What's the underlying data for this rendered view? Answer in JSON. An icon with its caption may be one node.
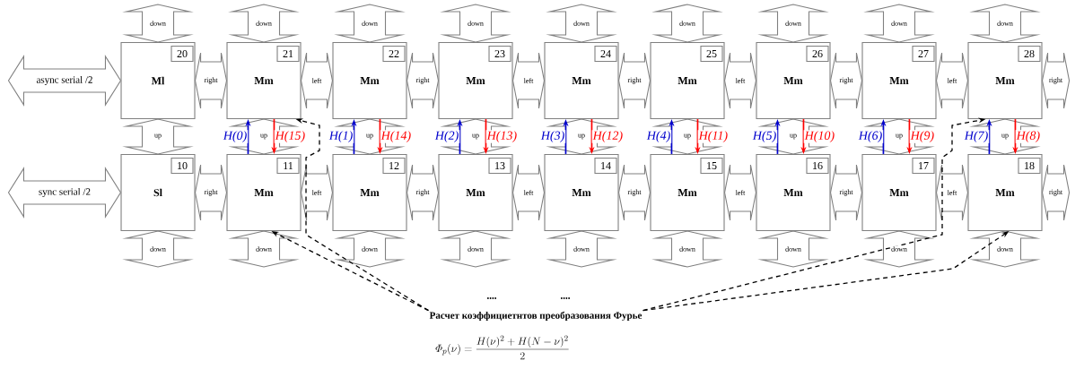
{
  "diagram": {
    "nodes": [
      {
        "text": [
          "20",
          "Ml"
        ]
      },
      {
        "text": [
          "21",
          "Mm"
        ]
      },
      {
        "text": [
          "22",
          "Mm"
        ]
      },
      {
        "text": [
          "23",
          "Mm"
        ]
      },
      {
        "text": [
          "24",
          "Mm"
        ]
      },
      {
        "text": [
          "25",
          "Mm"
        ]
      },
      {
        "text": [
          "26",
          "Mm"
        ]
      },
      {
        "text": [
          "27",
          "Mm"
        ]
      },
      {
        "text": [
          "28",
          "Mm"
        ]
      },
      {
        "text": [
          "10",
          "Sl"
        ]
      },
      {
        "text": [
          "11",
          "Mm"
        ]
      },
      {
        "text": [
          "12",
          "Mm"
        ]
      },
      {
        "text": [
          "13",
          "Mm"
        ]
      },
      {
        "text": [
          "14",
          "Mm"
        ]
      },
      {
        "text": [
          "15",
          "Mm"
        ]
      },
      {
        "text": [
          "16",
          "Mm"
        ]
      },
      {
        "text": [
          "17",
          "Mm"
        ]
      },
      {
        "text": [
          "18",
          "Mm"
        ]
      },
      {
        "text": [
          "Расчет коэффициетнтов преобразования Фурье"
        ]
      }
    ],
    "edges": [
      {
        "from": null,
        "to": 0,
        "arrow": "both",
        "label": "down",
        "style": "thick"
      },
      {
        "from": null,
        "to": 1,
        "arrow": "both",
        "label": "down",
        "style": "thick"
      },
      {
        "from": null,
        "to": 2,
        "arrow": "both",
        "label": "down",
        "style": "thick"
      },
      {
        "from": null,
        "to": 3,
        "arrow": "both",
        "label": "down",
        "style": "thick"
      },
      {
        "from": null,
        "to": 4,
        "arrow": "both",
        "label": "down",
        "style": "thick"
      },
      {
        "from": null,
        "to": 5,
        "arrow": "both",
        "label": "down",
        "style": "thick"
      },
      {
        "from": null,
        "to": 6,
        "arrow": "both",
        "label": "down",
        "style": "thick"
      },
      {
        "from": null,
        "to": 7,
        "arrow": "both",
        "label": "down",
        "style": "thick"
      },
      {
        "from": null,
        "to": 8,
        "arrow": "both",
        "label": "down",
        "style": "thick"
      },
      {
        "from": null,
        "to": 0,
        "arrow": "both",
        "label": "async serial /2",
        "style": "thick"
      },
      {
        "from": 0,
        "to": 1,
        "arrow": "both",
        "label": "right",
        "style": "thick"
      },
      {
        "from": 1,
        "to": 2,
        "arrow": "both",
        "label": "left",
        "style": "thick"
      },
      {
        "from": 2,
        "to": 3,
        "arrow": "both",
        "label": "right",
        "style": "thick"
      },
      {
        "from": 3,
        "to": 4,
        "arrow": "both",
        "label": "left",
        "style": "thick"
      },
      {
        "from": 4,
        "to": 5,
        "arrow": "both",
        "label": "right",
        "style": "thick"
      },
      {
        "from": 5,
        "to": 6,
        "arrow": "both",
        "label": "left",
        "style": "thick"
      },
      {
        "from": 6,
        "to": 7,
        "arrow": "both",
        "label": "right",
        "style": "thick"
      },
      {
        "from": 7,
        "to": 8,
        "arrow": "both",
        "label": "left",
        "style": "thick"
      },
      {
        "from": 8,
        "to": null,
        "arrow": "both",
        "label": "right",
        "style": "thick"
      },
      {
        "from": 9,
        "to": 0,
        "arrow": "both",
        "label": "up",
        "style": "thick"
      },
      {
        "from": 10,
        "to": 1,
        "arrow": "both",
        "label": "up",
        "style": "thick"
      },
      {
        "from": 11,
        "to": 2,
        "arrow": "both",
        "label": "up",
        "style": "thick"
      },
      {
        "from": 12,
        "to": 3,
        "arrow": "both",
        "label": "up",
        "style": "thick"
      },
      {
        "from": 13,
        "to": 4,
        "arrow": "both",
        "label": "up",
        "style": "thick"
      },
      {
        "from": 14,
        "to": 5,
        "arrow": "both",
        "label": "up",
        "style": "thick"
      },
      {
        "from": 15,
        "to": 6,
        "arrow": "both",
        "label": "up",
        "style": "thick"
      },
      {
        "from": 16,
        "to": 7,
        "arrow": "both",
        "label": "up",
        "style": "thick"
      },
      {
        "from": 17,
        "to": 8,
        "arrow": "both",
        "label": "up",
        "style": "thick"
      },
      {
        "from": null,
        "to": 9,
        "arrow": "both",
        "label": "sync serial /2",
        "style": "thick"
      },
      {
        "from": 9,
        "to": 10,
        "arrow": "both",
        "label": "right",
        "style": "thick"
      },
      {
        "from": 10,
        "to": 11,
        "arrow": "both",
        "label": "left",
        "style": "thick"
      },
      {
        "from": 11,
        "to": 12,
        "arrow": "both",
        "label": "right",
        "style": "thick"
      },
      {
        "from": 12,
        "to": 13,
        "arrow": "both",
        "label": "left",
        "style": "thick"
      },
      {
        "from": 13,
        "to": 14,
        "arrow": "both",
        "label": "right",
        "style": "thick"
      },
      {
        "from": 14,
        "to": 15,
        "arrow": "both",
        "label": "left",
        "style": "thick"
      },
      {
        "from": 15,
        "to": 16,
        "arrow": "both",
        "label": "right",
        "style": "thick"
      },
      {
        "from": 16,
        "to": 17,
        "arrow": "both",
        "label": "left",
        "style": "thick"
      },
      {
        "from": 17,
        "to": null,
        "arrow": "both",
        "label": "right",
        "style": "thick"
      },
      {
        "from": 9,
        "to": null,
        "arrow": "both",
        "label": "down",
        "style": "thick"
      },
      {
        "from": 10,
        "to": null,
        "arrow": "both",
        "label": "down",
        "style": "thick"
      },
      {
        "from": 11,
        "to": null,
        "arrow": "both",
        "label": "down",
        "style": "thick"
      },
      {
        "from": 12,
        "to": null,
        "arrow": "both",
        "label": "down",
        "style": "thick"
      },
      {
        "from": 13,
        "to": null,
        "arrow": "both",
        "label": "down",
        "style": "thick"
      },
      {
        "from": 14,
        "to": null,
        "arrow": "both",
        "label": "down",
        "style": "thick"
      },
      {
        "from": 15,
        "to": null,
        "arrow": "both",
        "label": "down",
        "style": "thick"
      },
      {
        "from": 16,
        "to": null,
        "arrow": "both",
        "label": "down",
        "style": "thick"
      },
      {
        "from": 17,
        "to": null,
        "arrow": "both",
        "label": "down",
        "style": "thick"
      },
      {
        "from": 10,
        "to": 1,
        "arrow": "to",
        "label": "H(0)",
        "color": "#0000cc"
      },
      {
        "from": 1,
        "to": 10,
        "arrow": "to",
        "label": "H(15)",
        "color": "#ff0000"
      },
      {
        "from": 11,
        "to": 2,
        "arrow": "to",
        "label": "H(1)",
        "color": "#0000cc"
      },
      {
        "from": 2,
        "to": 11,
        "arrow": "to",
        "label": "H(14)",
        "color": "#ff0000"
      },
      {
        "from": 12,
        "to": 3,
        "arrow": "to",
        "label": "H(2)",
        "color": "#0000cc"
      },
      {
        "from": 3,
        "to": 12,
        "arrow": "to",
        "label": "H(13)",
        "color": "#ff0000"
      },
      {
        "from": 13,
        "to": 4,
        "arrow": "to",
        "label": "H(3)",
        "color": "#0000cc"
      },
      {
        "from": 4,
        "to": 13,
        "arrow": "to",
        "label": "H(12)",
        "color": "#ff0000"
      },
      {
        "from": 14,
        "to": 5,
        "arrow": "to",
        "label": "H(4)",
        "color": "#0000cc"
      },
      {
        "from": 5,
        "to": 14,
        "arrow": "to",
        "label": "H(11)",
        "color": "#ff0000"
      },
      {
        "from": 15,
        "to": 6,
        "arrow": "to",
        "label": "H(5)",
        "color": "#0000cc"
      },
      {
        "from": 6,
        "to": 15,
        "arrow": "to",
        "label": "H(10)",
        "color": "#ff0000"
      },
      {
        "from": 16,
        "to": 7,
        "arrow": "to",
        "label": "H(6)",
        "color": "#0000cc"
      },
      {
        "from": 7,
        "to": 16,
        "arrow": "to",
        "label": "H(9)",
        "color": "#ff0000"
      },
      {
        "from": 17,
        "to": 8,
        "arrow": "to",
        "label": "H(7)",
        "color": "#0000cc"
      },
      {
        "from": 8,
        "to": 17,
        "arrow": "to",
        "label": "H(8)",
        "color": "#ff0000"
      },
      {
        "from": 18,
        "to": 1,
        "arrow": "to",
        "style": "dashed",
        "color": "#000000"
      },
      {
        "from": 18,
        "to": 10,
        "arrow": "to",
        "style": "dashed",
        "color": "#000000"
      },
      {
        "from": 18,
        "to": 8,
        "arrow": "to",
        "style": "dashed",
        "color": "#000000"
      },
      {
        "from": 18,
        "to": 17,
        "arrow": "to",
        "style": "dashed",
        "color": "#000000"
      }
    ],
    "labels": [
      "....",
      "....",
      "\\varPhi_p(\\nu)=\\frac{H(\\nu)^2+H(N-\\nu)^2}{2}"
    ]
  }
}
